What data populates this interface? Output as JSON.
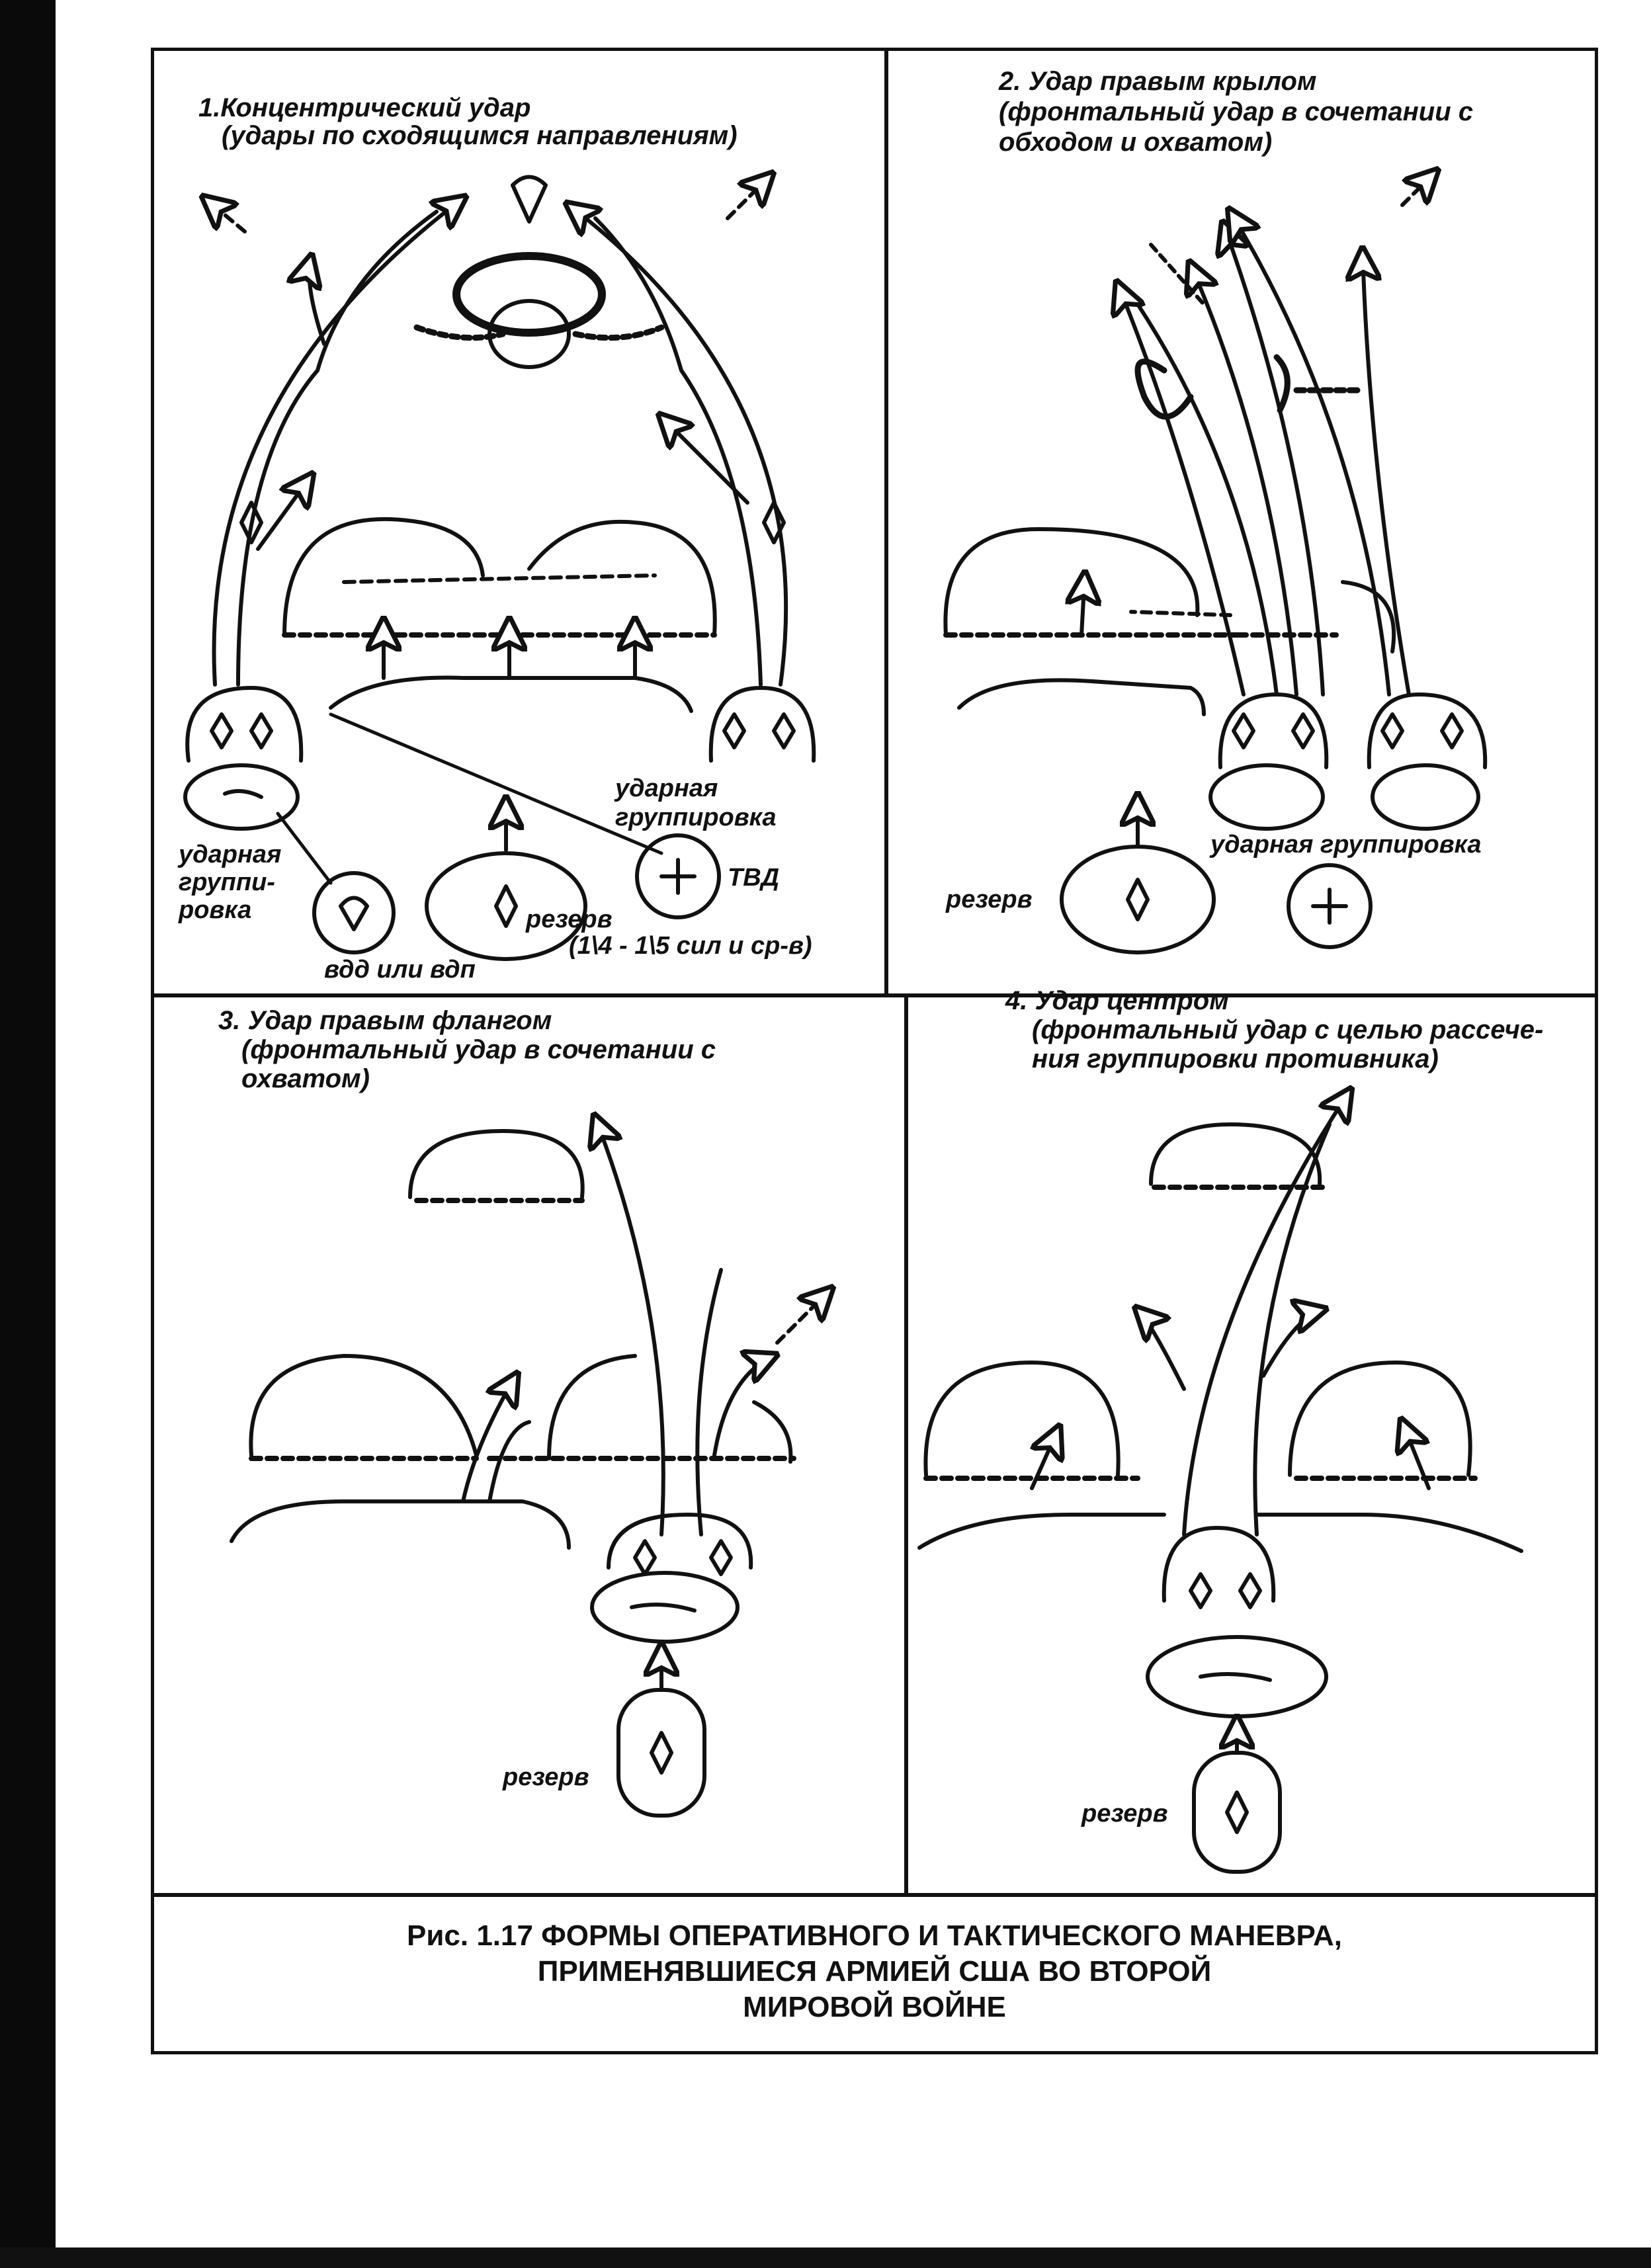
{
  "panels": [
    {
      "title": "1.Концентрический удар",
      "subtitle": "(удары по сходящимся направлениям)",
      "labels": {
        "group_left_1": "ударная",
        "group_left_2": "группи-",
        "group_left_3": "ровка",
        "group_right_1": "ударная",
        "group_right_2": "группировка",
        "airborne": "вдд или вдп",
        "reserve": "резерв",
        "reserve_share": "(1\\4 - 1\\5 сил и ср-в)",
        "theater": "ТВД"
      }
    },
    {
      "title": "2. Удар правым крылом",
      "subtitle_1": "(фронтальный удар в сочетании с",
      "subtitle_2": "обходом и охватом)",
      "labels": {
        "reserve": "резерв",
        "group": "ударная группировка"
      }
    },
    {
      "title": "3. Удар правым флангом",
      "subtitle_1": "(фронтальный удар в сочетании с",
      "subtitle_2": "охватом)",
      "labels": {
        "reserve": "резерв"
      }
    },
    {
      "title": "4. Удар центром",
      "subtitle_1": "(фронтальный удар с целью рассече-",
      "subtitle_2": "ния группировки противника)",
      "labels": {
        "reserve": "резерв"
      }
    }
  ],
  "caption": {
    "line1": "Рис. 1.17 ФОРМЫ ОПЕРАТИВНОГО И ТАКТИЧЕСКОГО МАНЕВРА,",
    "line2": "ПРИМЕНЯВШИЕСЯ АРМИЕЙ США ВО ВТОРОЙ",
    "line3": "МИРОВОЙ ВОЙНЕ"
  }
}
